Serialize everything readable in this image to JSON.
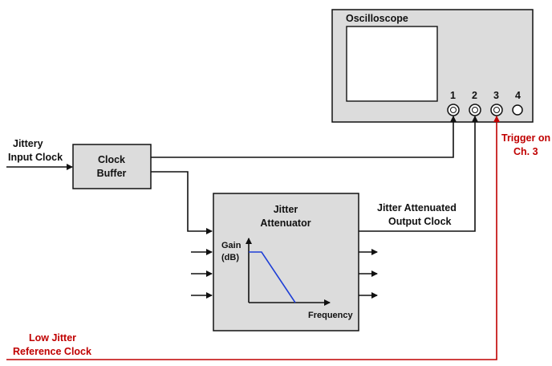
{
  "oscilloscope": {
    "title": "Oscilloscope",
    "channels": [
      "1",
      "2",
      "3",
      "4"
    ]
  },
  "input_clock": {
    "line1": "Jittery",
    "line2": "Input Clock"
  },
  "clock_buffer": {
    "line1": "Clock",
    "line2": "Buffer"
  },
  "jitter_attenuator": {
    "line1": "Jitter",
    "line2": "Attenuator",
    "graph_ylabel_1": "Gain",
    "graph_ylabel_2": "(dB)",
    "graph_xlabel": "Frequency"
  },
  "output_clock": {
    "line1": "Jitter Attenuated",
    "line2": "Output Clock"
  },
  "trigger": {
    "line1": "Trigger on",
    "line2": "Ch. 3"
  },
  "reference_clock": {
    "line1": "Low Jitter",
    "line2": "Reference Clock"
  },
  "colors": {
    "box_fill": "#dcdcdc",
    "wire": "#111111",
    "reference_wire": "#c00000",
    "gain_curve": "#1f3fd6"
  }
}
